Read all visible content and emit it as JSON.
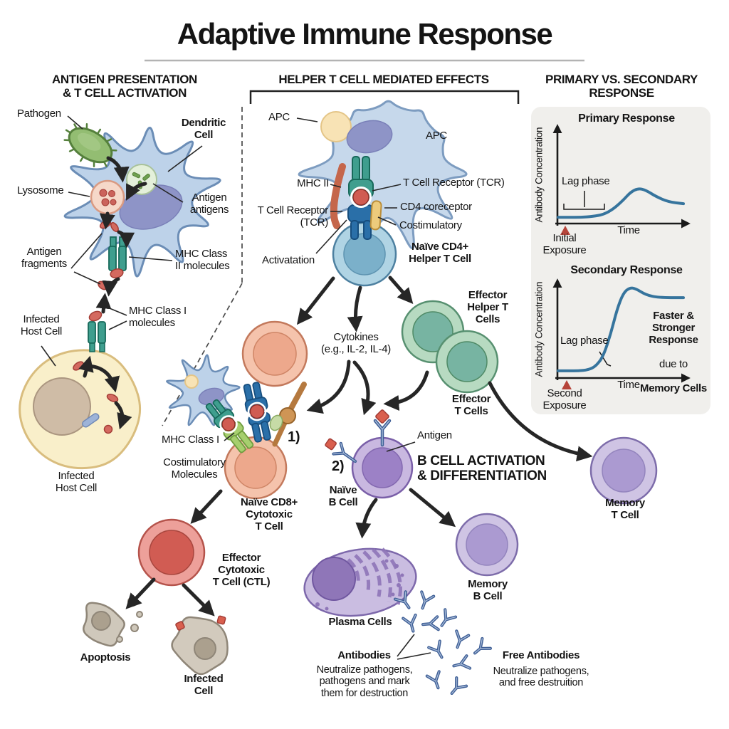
{
  "header": {
    "title": "Adaptive Immune Response"
  },
  "sections": {
    "antigen_presentation": {
      "heading": "ANTIGEN PRESENTATION\n& T CELL ACTIVATION",
      "labels": {
        "pathogen": "Pathogen",
        "dendritic_cell": "Dendritic\nCell",
        "lysosome": "Lysosome",
        "antigen_antigens": "Antigen\nantigens",
        "antigen_fragments": "Antigen\nfragments",
        "mhc_class_ii": "MHC Class\nII molecules",
        "mhc_class_i": "MHC Class I\nmolecules",
        "infected_host_cell": "Infected\nHost Cell",
        "infected_host_cell_caption": "Infected\nHost Cell"
      }
    },
    "helper_t_cell": {
      "heading": "HELPER T CELL MEDIATED EFFECTS",
      "labels": {
        "apc_left": "APC",
        "apc_right": "APC",
        "mhc_ii": "MHC II",
        "tcr_right": "T Cell Receptor (TCR)",
        "cd4_coreceptor": "CD4 coreceptor",
        "costimulatory": "Costimulatory",
        "tcr_left": "T Cell Receptor\n(TCR)",
        "activation": "Activatation",
        "naive_cd4": "Naïve CD4+\nHelper T Cell",
        "cytokines": "Cytokines\n(e.g., IL-2, IL-4)",
        "effector_helper_t": "Effector\nHelper T\nCells",
        "effector_t": "Effector\nT Cells",
        "mhc_class_i": "MHC Class I",
        "costimulatory_molecules": "Costimulatory\nMolecules",
        "step_1": "1)",
        "step_2": "2)",
        "naive_cd8": "Naïve CD8+\nCytotoxic\nT Cell",
        "effector_ctl": "Effector\nCytotoxic\nT Cell (CTL)",
        "apoptosis": "Apoptosis",
        "infected_cell": "Infected\nCell"
      }
    },
    "b_cell": {
      "heading": "B CELL ACTIVATION\n& DIFFERENTIATION",
      "labels": {
        "antigen": "Antigen",
        "naive_b": "Naïve\nB Cell",
        "plasma_cells": "Plasma Cells",
        "memory_b": "Memory\nB Cell",
        "memory_t": "Memory\nT Cell",
        "antibodies": "Antibodies",
        "antibodies_desc": "Neutralize pathogens,\npathogens and mark\nthem for destruction",
        "free_antibodies": "Free Antibodies",
        "free_antibodies_desc": "Neutralize pathogens,\nand free destruition"
      }
    },
    "response": {
      "heading": "PRIMARY VS. SECONDARY\nRESPONSE"
    }
  },
  "chart_data": [
    {
      "type": "line",
      "title": "Primary Response",
      "xlabel": "Time",
      "ylabel": "Antibody Concentration",
      "x": [
        0,
        8,
        18,
        28,
        36,
        44,
        52,
        58,
        64,
        70,
        78,
        88,
        100
      ],
      "y": [
        3,
        3,
        3,
        4,
        6,
        12,
        22,
        31,
        35,
        33,
        26,
        20,
        18
      ],
      "ylim": [
        0,
        100
      ],
      "grid": false,
      "legend": false,
      "annotations": {
        "lag": "Lag phase",
        "exposure": "Initial\nExposure"
      },
      "curve_color": "#36749d",
      "marker_color": "#b6443a"
    },
    {
      "type": "line",
      "title": "Secondary Response",
      "xlabel": "Time",
      "ylabel": "Antibody Concentration",
      "x": [
        0,
        8,
        16,
        24,
        30,
        36,
        42,
        47,
        52,
        57,
        62,
        70,
        80,
        100
      ],
      "y": [
        4,
        4,
        4,
        5,
        9,
        20,
        45,
        72,
        90,
        96,
        95,
        88,
        85,
        85
      ],
      "ylim": [
        0,
        100
      ],
      "grid": false,
      "legend": false,
      "annotations": {
        "lag": "Lag phase",
        "exposure": "Second\nExposure",
        "note_line1": "Faster &\nStronger\nResponse",
        "note_line2": "due to",
        "note_line3": "Memory Cells"
      },
      "curve_color": "#36749d",
      "marker_color": "#b6443a"
    }
  ],
  "palette": {
    "background": "#ffffff",
    "panel": "#f0efec",
    "curve": "#36749d",
    "exposure_marker": "#b6443a",
    "arrow": "#262626",
    "cell_blue": "#bdd2e9",
    "cell_orange": "#f5c3ac",
    "cell_green": "#b7dac1",
    "cell_purple": "#c9b8e0",
    "cell_red": "#eda09a",
    "mhc_teal": "#3f9e8e",
    "antibody_blue": "#3f5f96"
  }
}
